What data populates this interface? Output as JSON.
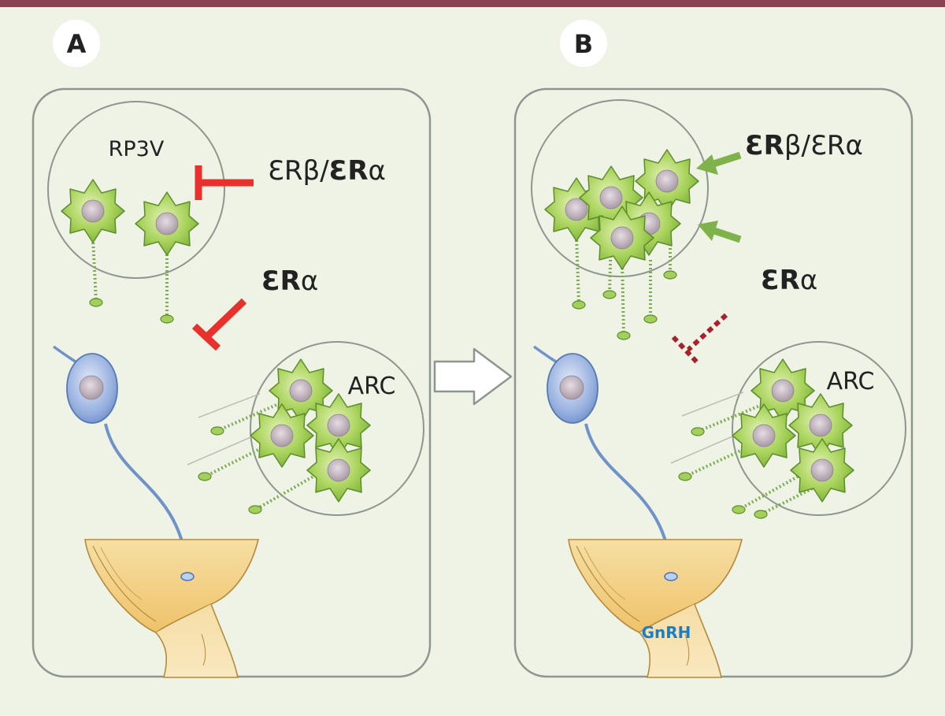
{
  "colors": {
    "background": "#eef3e6",
    "top_bar": "#8b4351",
    "panel_border": "#8e9690",
    "inhibit_red": "#e8302c",
    "inhibit_dashed": "#a8202a",
    "stimulate_green": "#7fb24a",
    "neuron_green": "#9ccc55",
    "gnrh_blue": "#8ea9d9",
    "pituitary": "#f2d493",
    "gnrh_text": "#1a7fc6"
  },
  "panels": {
    "a": {
      "tag": "A",
      "rp3v_label": "RP3V",
      "receptor_top_regular": "ƐRβ/",
      "receptor_top_bold": "ƐR",
      "receptor_top_bold_suffix": "α",
      "receptor_mid_bold": "ƐR",
      "receptor_mid_suffix": "α",
      "arc_label": "ARC"
    },
    "b": {
      "tag": "B",
      "receptor_top_bold": "ƐR",
      "receptor_top_regular": "β/ƐRα",
      "receptor_mid_bold": "ƐR",
      "receptor_mid_suffix": "α",
      "arc_label": "ARC",
      "gnrh_label": "GnRH"
    }
  },
  "icons": {
    "transition": "right-arrow-outline",
    "inhibition": "t-bar-inhibitor",
    "stimulation": "green-arrow"
  }
}
